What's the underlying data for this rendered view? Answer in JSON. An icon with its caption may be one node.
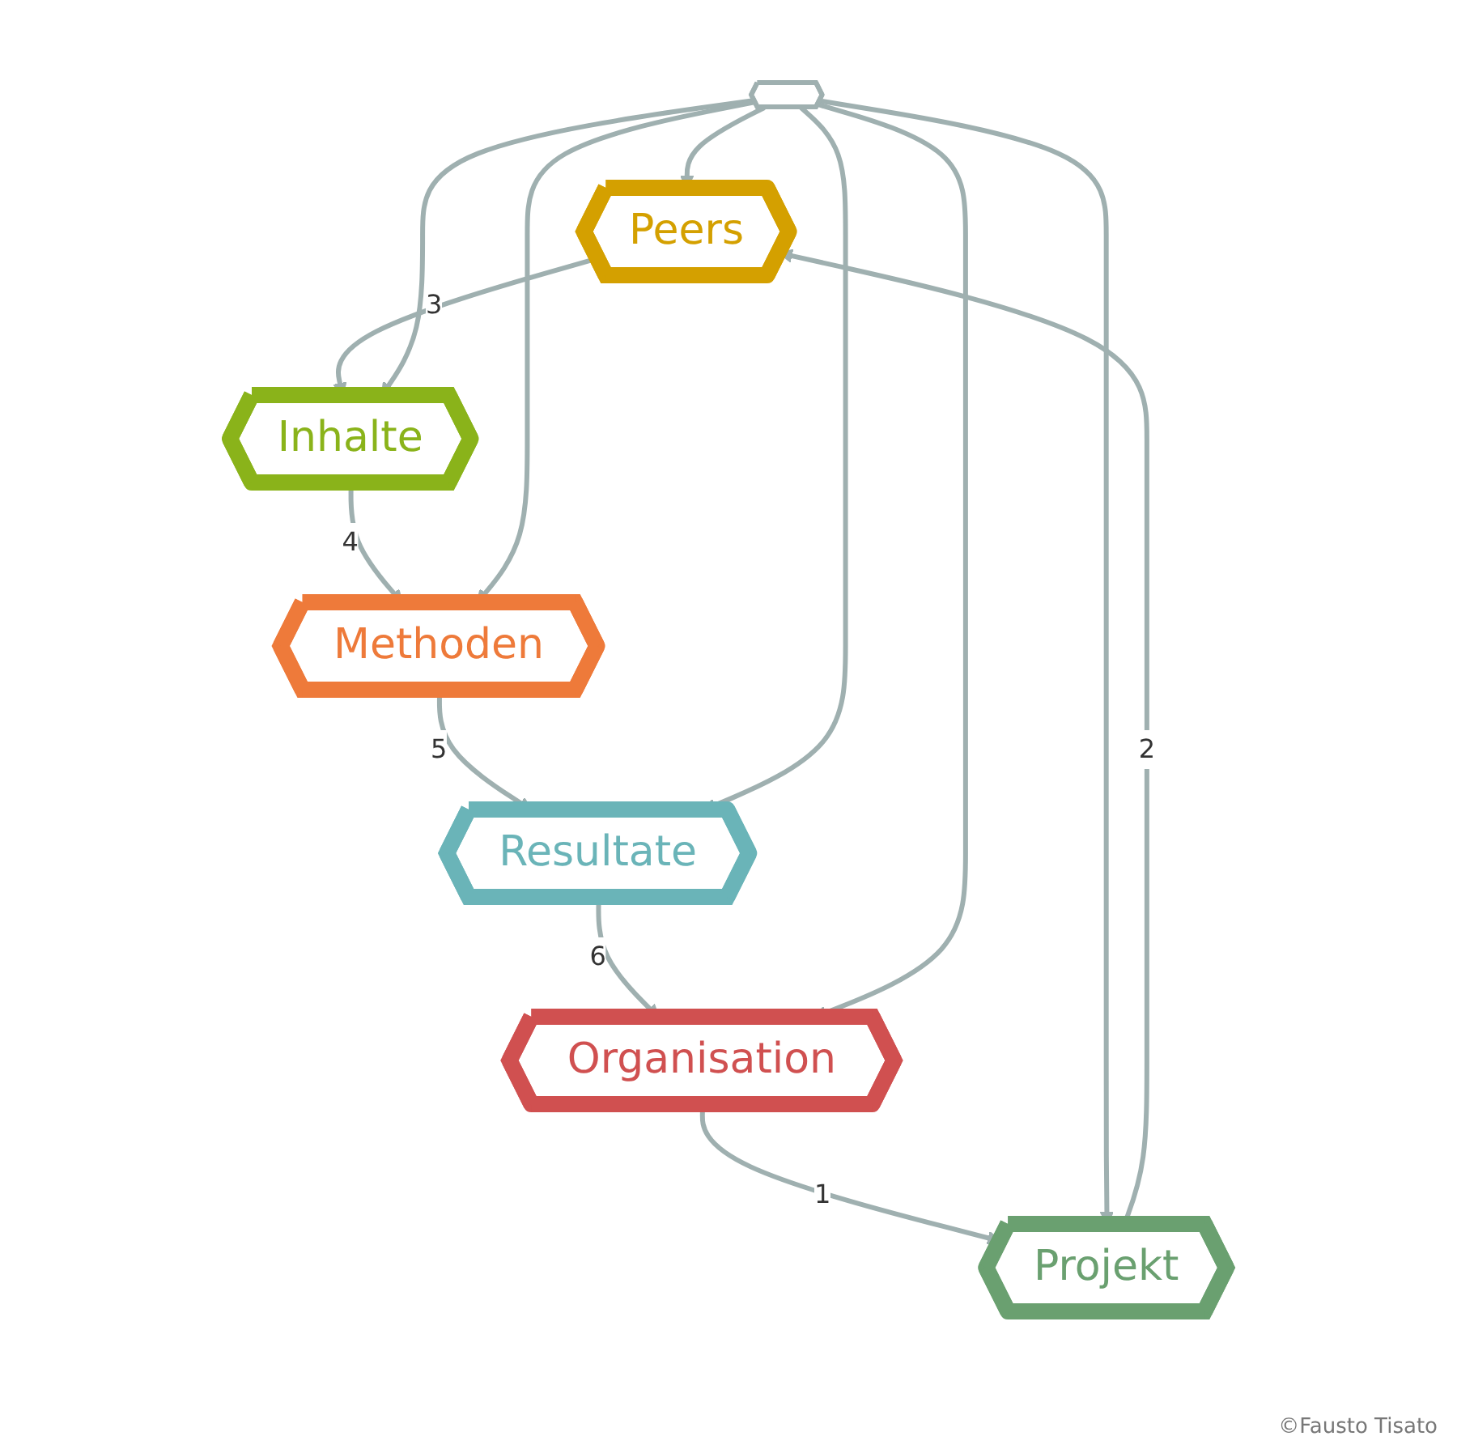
{
  "diagram": {
    "nodes": [
      {
        "text": [
          "Peers"
        ]
      },
      {
        "text": [
          "Projekt"
        ]
      },
      {
        "text": [
          "Inhalte"
        ]
      },
      {
        "text": [],
        "shape": "hexagon"
      },
      {
        "text": [
          "Organisation"
        ]
      },
      {
        "text": [
          "Methoden"
        ]
      },
      {
        "text": [
          "Resultate"
        ]
      }
    ],
    "edges": [
      {
        "from": 4,
        "to": 1,
        "arrow": "to",
        "label": "1"
      },
      {
        "from": 1,
        "to": 0,
        "arrow": "to",
        "label": "2"
      },
      {
        "from": 0,
        "to": 2,
        "arrow": "to",
        "label": "3"
      },
      {
        "from": 2,
        "to": 5,
        "arrow": "to",
        "label": "4"
      },
      {
        "from": 5,
        "to": 6,
        "arrow": "to",
        "label": "5"
      },
      {
        "from": 6,
        "to": 4,
        "arrow": "to",
        "label": "6"
      },
      {
        "from": 3,
        "to": 0,
        "arrow": "to"
      },
      {
        "from": 3,
        "to": 1,
        "arrow": "to"
      },
      {
        "from": 3,
        "to": 2,
        "arrow": "to"
      },
      {
        "from": 3,
        "to": 4,
        "arrow": "to"
      },
      {
        "from": 3,
        "to": 5,
        "arrow": "to"
      },
      {
        "from": 3,
        "to": 6,
        "arrow": "to"
      }
    ],
    "labels": [
      "©Fausto Tisato"
    ]
  }
}
